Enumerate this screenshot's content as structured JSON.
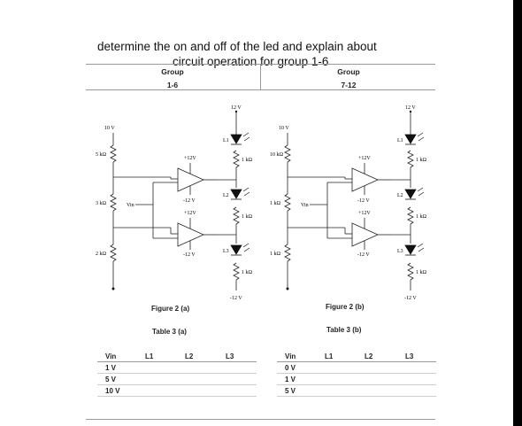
{
  "question": {
    "line1": "determine the on and off of the led and explain about",
    "line2": "circuit operation for group 1-6"
  },
  "group_left": {
    "label": "Group",
    "range": "1-6"
  },
  "group_right": {
    "label": "Group",
    "range": "7-12"
  },
  "circuit_a": {
    "supply": "10 V",
    "vcc": "12 V",
    "vee": "-12 V",
    "r1": "5 kΩ",
    "r2": "3 kΩ",
    "r3": "2 kΩ",
    "vin": "Vin",
    "op1_pos": "+12V",
    "op1_neg": "-12 V",
    "op2_pos": "+12V",
    "op2_neg": "-12 V",
    "l1": "L1",
    "l2": "L2",
    "l3": "L3",
    "rl": "1 kΩ"
  },
  "circuit_b": {
    "supply": "10 V",
    "vcc": "12 V",
    "vee": "-12 V",
    "r1": "10 kΩ",
    "r2": "1 kΩ",
    "r3": "1 kΩ",
    "vin": "Vin",
    "op1_pos": "+12V",
    "op1_neg": "-12 V",
    "op2_pos": "+12V",
    "op2_neg": "-12 V",
    "l1": "L1",
    "l2": "L2",
    "l3": "L3",
    "rl": "1 kΩ"
  },
  "figure_a": "Figure 2 (a)",
  "figure_b": "Figure 2 (b)",
  "table_a": {
    "caption": "Table 3 (a)",
    "headers": [
      "Vin",
      "L1",
      "L2",
      "L3"
    ],
    "rows": [
      [
        "1 V",
        "",
        "",
        ""
      ],
      [
        "5 V",
        "",
        "",
        ""
      ],
      [
        "10 V",
        "",
        "",
        ""
      ]
    ]
  },
  "table_b": {
    "caption": "Table 3 (b)",
    "headers": [
      "Vin",
      "L1",
      "L2",
      "L3"
    ],
    "rows": [
      [
        "0 V",
        "",
        "",
        ""
      ],
      [
        "1 V",
        "",
        "",
        ""
      ],
      [
        "5 V",
        "",
        "",
        ""
      ]
    ]
  }
}
